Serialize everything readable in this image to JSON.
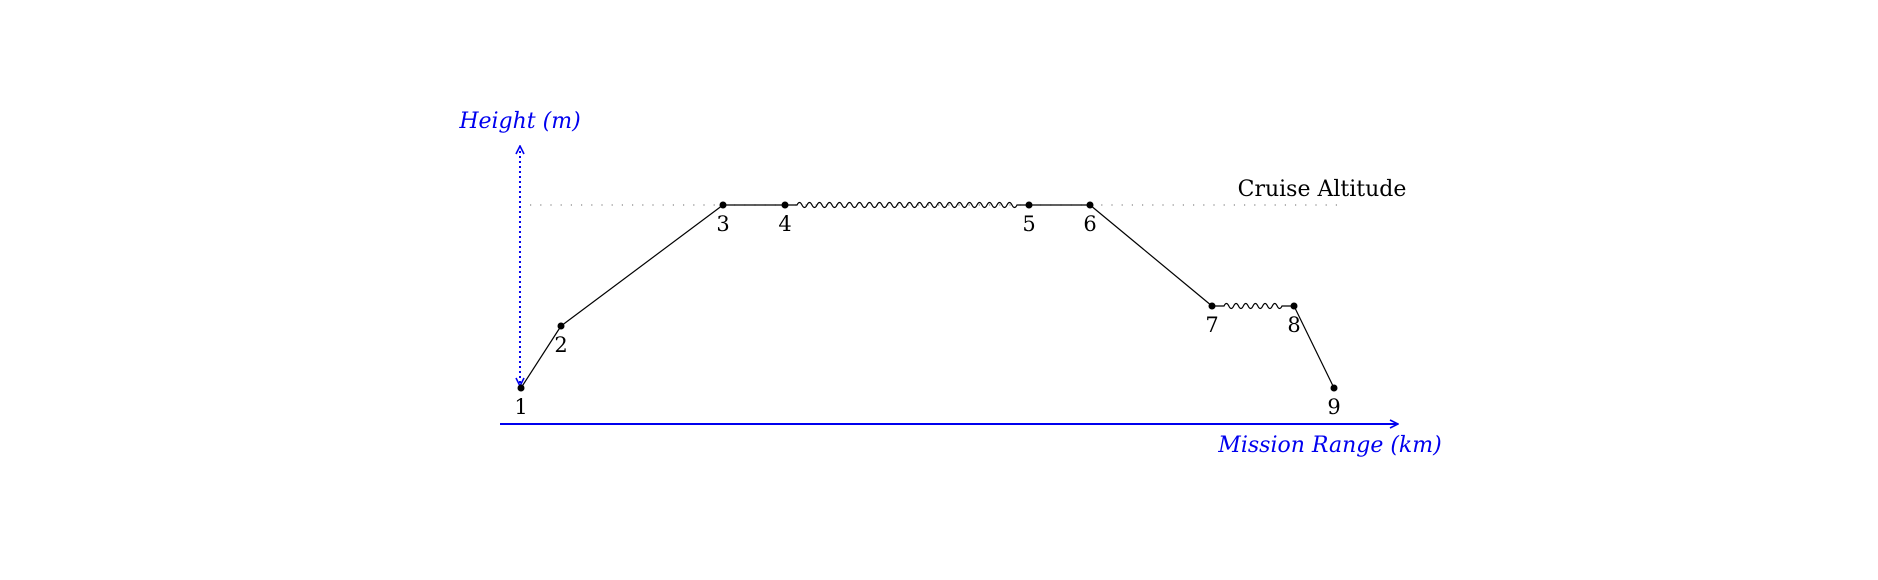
{
  "diagram": {
    "y_axis_label": "Height (m)",
    "x_axis_label": "Mission Range (km)",
    "cruise_label": "Cruise Altitude",
    "points": [
      {
        "label": "1"
      },
      {
        "label": "2"
      },
      {
        "label": "3"
      },
      {
        "label": "4"
      },
      {
        "label": "5"
      },
      {
        "label": "6"
      },
      {
        "label": "7"
      },
      {
        "label": "8"
      },
      {
        "label": "9"
      }
    ],
    "segments": [
      {
        "from": 0,
        "to": 1,
        "style": "straight"
      },
      {
        "from": 1,
        "to": 2,
        "style": "straight"
      },
      {
        "from": 2,
        "to": 3,
        "style": "straight"
      },
      {
        "from": 3,
        "to": 4,
        "style": "wavy"
      },
      {
        "from": 4,
        "to": 5,
        "style": "straight"
      },
      {
        "from": 5,
        "to": 6,
        "style": "straight"
      },
      {
        "from": 6,
        "to": 7,
        "style": "wavy"
      },
      {
        "from": 7,
        "to": 8,
        "style": "straight"
      }
    ],
    "colors": {
      "axis": "#0000ee",
      "path": "#000000",
      "guide": "#888888"
    }
  }
}
